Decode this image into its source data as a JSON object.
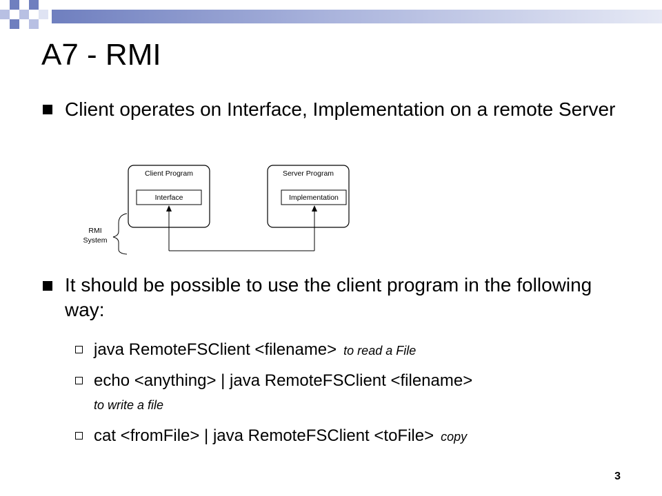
{
  "slide": {
    "title": "A7 - RMI",
    "page_number": "3"
  },
  "bullets": [
    {
      "text": "Client operates on Interface, Implementation on a remote Server"
    },
    {
      "text": "It should be possible to use the client program in the following way:"
    }
  ],
  "sub_bullets": [
    {
      "command": "java RemoteFSClient <filename>",
      "note": "to read a File"
    },
    {
      "command": "echo <anything> | java RemoteFSClient <filename>",
      "note": "to write a file"
    },
    {
      "command": "cat <fromFile> | java RemoteFSClient <toFile>",
      "note": "copy"
    }
  ],
  "diagram": {
    "client_program": "Client Program",
    "interface": "Interface",
    "server_program": "Server Program",
    "implementation": "Implementation",
    "rmi_line1": "RMI",
    "rmi_line2": "System"
  },
  "colors": {
    "accent_dark": "#6f7fbf",
    "accent_light": "#b8c0e3"
  }
}
